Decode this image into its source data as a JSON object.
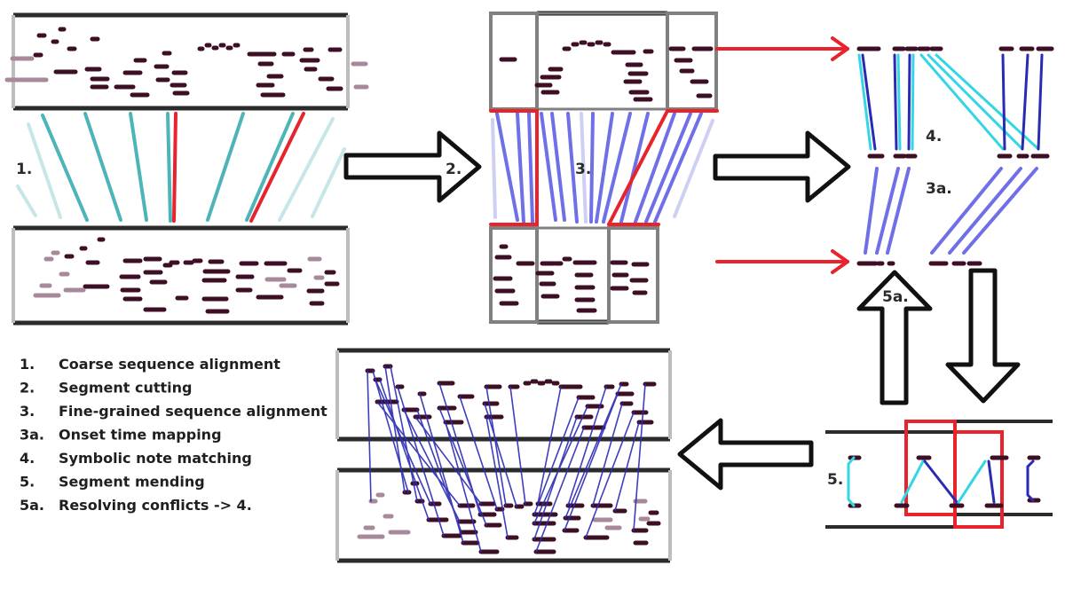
{
  "colors": {
    "note": "#3d0f24",
    "note_faded": "#a7899b",
    "frame": "#2b2b2b",
    "frame_grey": "#808080",
    "teal": "#4db4b8",
    "teal_faded": "#c6e6e8",
    "red": "#e8232b",
    "blue": "#6f6fe8",
    "blue_dark": "#2a2ab5",
    "blue_faded": "#cfcff4",
    "cyan": "#34d6e6"
  },
  "step_labels": {
    "s1": "1.",
    "s2": "2.",
    "s3": "3.",
    "s3a": "3a.",
    "s4": "4.",
    "s5": "5.",
    "s5a": "5a."
  },
  "legend": [
    {
      "num": "1.",
      "text": "Coarse sequence alignment"
    },
    {
      "num": "2.",
      "text": "Segment cutting"
    },
    {
      "num": "3.",
      "text": "Fine-grained sequence alignment"
    },
    {
      "num": "3a.",
      "text": "Onset time mapping"
    },
    {
      "num": "4.",
      "text": "Symbolic note matching"
    },
    {
      "num": "5.",
      "text": "Segment mending"
    },
    {
      "num": "5a.",
      "text": "Resolving conflicts -> 4."
    }
  ]
}
